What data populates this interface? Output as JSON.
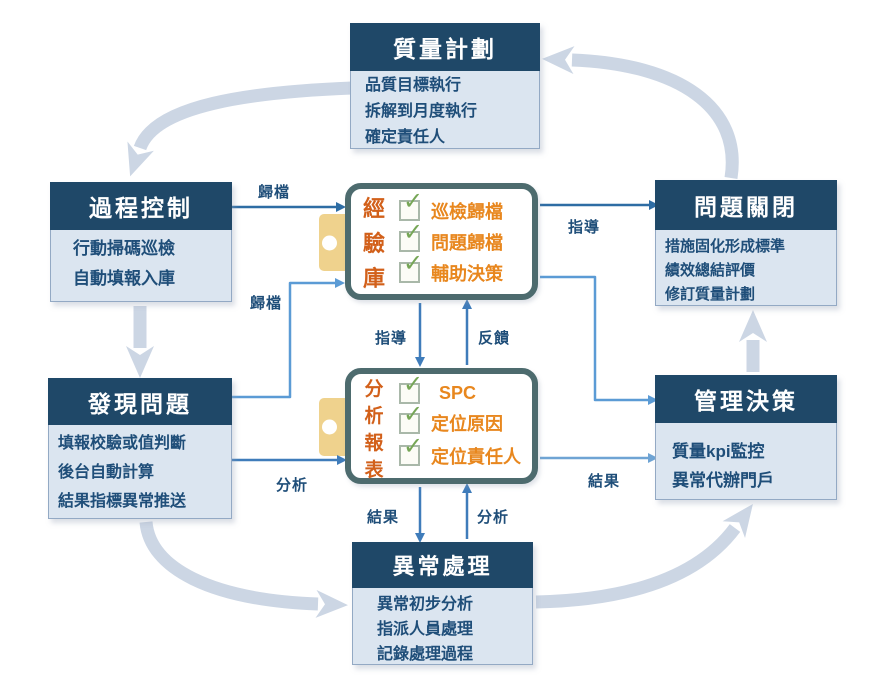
{
  "colors": {
    "header_bg": "#1f4868",
    "body_bg": "#dbe5f0",
    "body_text": "#1f4e79",
    "center_border": "#4d6b6e",
    "item_orange": "#e8871e",
    "title_orange": "#d2601a",
    "clip_yellow": "#efd28d",
    "cycle_arrow": "#ccd6e4",
    "arrow_dark": "#2e6da4",
    "arrow_mid": "#3f7cba",
    "arrow_light": "#5b9bd5",
    "check_green": "#76a656"
  },
  "boxes": {
    "quality_plan": {
      "title": "質量計劃",
      "items": [
        "品質目標執行",
        "拆解到月度執行",
        "確定責任人"
      ]
    },
    "process_control": {
      "title": "過程控制",
      "items": [
        "行動掃碼巡檢",
        "自動填報入庫"
      ]
    },
    "find_problem": {
      "title": "發現問題",
      "items": [
        "填報校驗或值判斷",
        "後台自動計算",
        "結果指標異常推送"
      ]
    },
    "problem_close": {
      "title": "問題關閉",
      "items": [
        "措施固化形成標準",
        "績效總結評價",
        "修訂質量計劃"
      ]
    },
    "management_decision": {
      "title": "管理決策",
      "items": [
        "質量kpi監控",
        "異常代辦門戶"
      ]
    },
    "exception_handling": {
      "title": "異常處理",
      "items": [
        "異常初步分析",
        "指派人員處理",
        "記錄處理過程"
      ]
    }
  },
  "center_boxes": {
    "experience_library": {
      "title": "經驗庫",
      "chars": [
        "經",
        "驗",
        "庫"
      ],
      "items": [
        "巡檢歸檔",
        "問題歸檔",
        "輔助決策"
      ]
    },
    "analysis_report": {
      "title": "分析報表",
      "chars": [
        "分",
        "析",
        "報",
        "表"
      ],
      "items": [
        "SPC",
        "定位原因",
        "定位責任人"
      ]
    }
  },
  "arrow_labels": {
    "archive_top": "歸檔",
    "archive_bottom": "歸檔",
    "guide_down": "指導",
    "feedback_up": "反饋",
    "guide_right": "指導",
    "analyze_left": "分析",
    "result_right": "結果",
    "result_down": "結果",
    "analyze_up": "分析"
  },
  "icons": {
    "check_glyph": "✓"
  }
}
